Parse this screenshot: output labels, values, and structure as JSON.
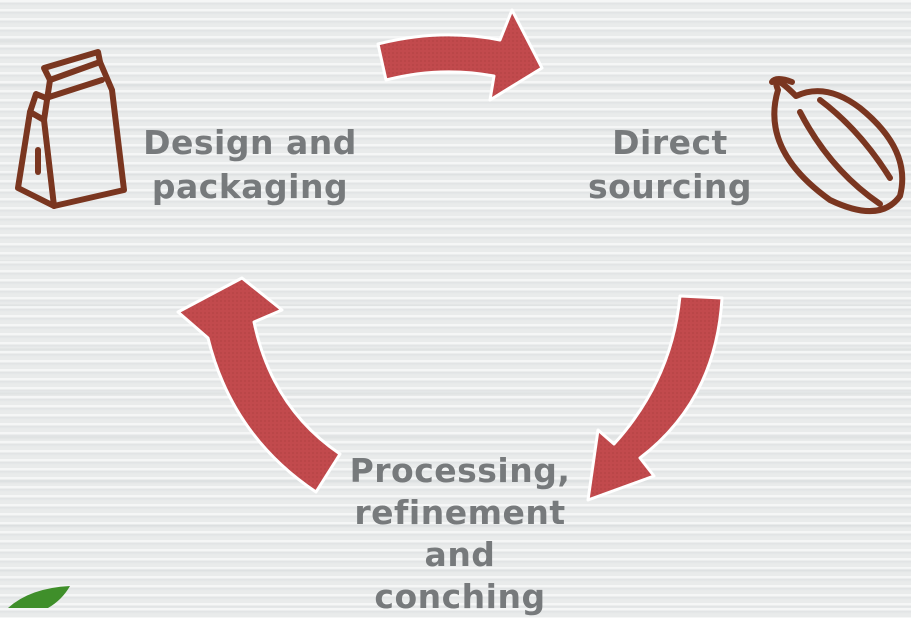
{
  "diagram": {
    "steps": [
      {
        "id": "design",
        "line1": "Design and",
        "line2": "packaging",
        "icon": "coffee-bag-icon"
      },
      {
        "id": "sourcing",
        "line1": "Direct",
        "line2": "sourcing",
        "icon": "cocoa-bean-icon"
      },
      {
        "id": "processing",
        "line1": "Processing,",
        "line2": "refinement",
        "line3": "and",
        "line4": "conching",
        "icon": null
      }
    ],
    "colors": {
      "arrow": "#c24a4d",
      "arrow_outline": "#ffffff",
      "icon": "#7a3620",
      "text": "#777a7c",
      "leaf": "#3f8f2a"
    }
  }
}
